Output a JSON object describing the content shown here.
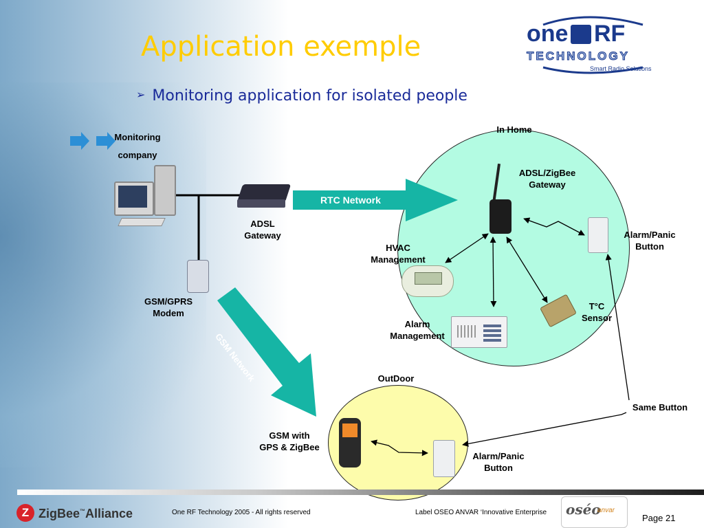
{
  "slide": {
    "title": "Application exemple",
    "bullet": "Monitoring application for isolated people"
  },
  "logo": {
    "brand_one": "one",
    "brand_rf": "RF",
    "brand_technology": "TECHNOLOGY",
    "tagline": "Smart Radio Solutions"
  },
  "diagram": {
    "monitoring_company_line1": "Monitoring",
    "monitoring_company_line2": "company",
    "adsl_gateway_line1": "ADSL",
    "adsl_gateway_line2": "Gateway",
    "gsm_gprs_modem_line1": "GSM/GPRS",
    "gsm_gprs_modem_line2": "Modem",
    "rtc_network": "RTC Network",
    "gsm_network": "GSM Network",
    "in_home": "In Home",
    "adsl_zigbee_gateway_line1": "ADSL/ZigBee",
    "adsl_zigbee_gateway_line2": "Gateway",
    "alarm_panic_line1": "Alarm/Panic",
    "alarm_panic_line2": "Button",
    "hvac_line1": "HVAC",
    "hvac_line2": "Management",
    "tc_sensor_line1": "T°C",
    "tc_sensor_line2": "Sensor",
    "alarm_mgmt_line1": "Alarm",
    "alarm_mgmt_line2": "Management",
    "outdoor": "OutDoor",
    "same_button": "Same Button",
    "gsm_with_line1": "GSM with",
    "gsm_with_line2": "GPS & ZigBee",
    "outdoor_alarm_line1": "Alarm/Panic",
    "outdoor_alarm_line2": "Button"
  },
  "footer": {
    "zigbee_brand": "ZigBee",
    "zigbee_tm": "™",
    "zigbee_alliance": "Alliance",
    "copyright": "One  RF Technology 2005  -  All rights reserved",
    "label": "Label OSEO ANVAR ‘Innovative Enterprise",
    "oseo": "oséo",
    "anvar": "anvar",
    "page": "Page 21"
  },
  "colors": {
    "title": "#ffcc00",
    "bullet": "#1a2b99",
    "network_arrow": "#16b5a5",
    "home_zone": "#b3fbe2",
    "outdoor_zone": "#fdfcab",
    "logo_blue": "#1b3a8c"
  }
}
